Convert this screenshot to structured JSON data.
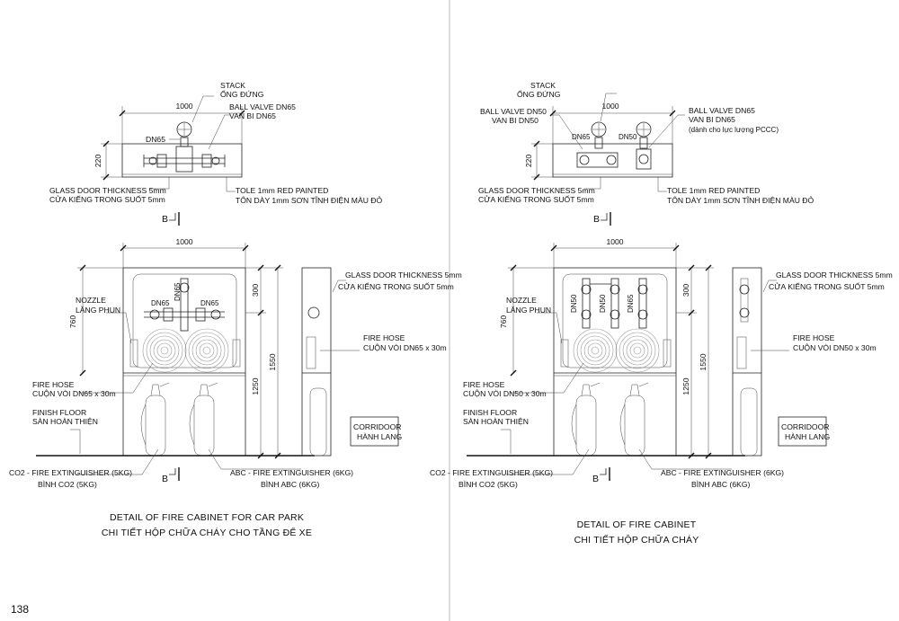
{
  "page_number": "138",
  "left": {
    "plan": {
      "stack_en": "STACK",
      "stack_vn": "ỐNG ĐỨNG",
      "dim_width": "1000",
      "dim_depth": "220",
      "dn_label": "DN65",
      "ball_valve_en": "BALL VALVE DN65",
      "ball_valve_vn": "VAN BI DN65",
      "glass_en": "GLASS DOOR THICKNESS 5mm",
      "glass_vn": "CỬA KIẾNG TRONG SUỐT 5mm",
      "tole_en": "TOLE 1mm RED PAINTED",
      "tole_vn": "TÔN DÀY 1mm SƠN TĨNH ĐIỆN MÀU ĐỎ",
      "section_mark": "B"
    },
    "elev": {
      "dim_width": "1000",
      "dim_760": "760",
      "dim_300": "300",
      "dim_1550": "1550",
      "dim_1250": "1250",
      "dn_left": "DN65",
      "dn_right": "DN65",
      "dn_vertical": "DN65",
      "nozzle_en": "NOZZLE",
      "nozzle_vn": "LĂNG PHUN",
      "hose_en": "FIRE HOSE",
      "hose_vn": "CUỘN VÒI DN65 x 30m",
      "floor_en": "FINISH FLOOR",
      "floor_vn": "SÀN HOÀN THIỆN",
      "co2_en": "CO2 - FIRE EXTINGUISHER (5KG)",
      "co2_vn": "BÌNH CO2 (5KG)",
      "abc_en": "ABC - FIRE EXTINGUISHER (6KG)",
      "abc_vn": "BÌNH ABC  (6KG)",
      "section_mark": "B"
    },
    "side": {
      "glass_en": "GLASS DOOR THICKNESS 5mm",
      "glass_vn": "CỬA KIẾNG TRONG SUỐT 5mm",
      "hose_en": "FIRE HOSE",
      "hose_vn": "CUỘN VÒI DN65 x 30m",
      "corridor_en": "CORRIDOOR",
      "corridor_vn": "HÀNH LANG"
    },
    "title_en": "DETAIL OF FIRE CABINET FOR CAR PARK",
    "title_vn": "CHI TIẾT HỘP CHỮA CHÁY CHO TẦNG ĐỂ XE"
  },
  "right": {
    "plan": {
      "stack_en": "STACK",
      "stack_vn": "ỐNG ĐỨNG",
      "dim_width": "1000",
      "dim_depth": "220",
      "dn_left": "DN65",
      "dn_right": "DN50",
      "ball_valve_left_en": "BALL VALVE DN50",
      "ball_valve_left_vn": "VAN BI DN50",
      "ball_valve_right_en": "BALL VALVE DN65",
      "ball_valve_right_vn": "VAN BI DN65",
      "ball_valve_right_note": "(dành cho lực lượng PCCC)",
      "glass_en": "GLASS DOOR THICKNESS 5mm",
      "glass_vn": "CỬA KIẾNG TRONG SUỐT 5mm",
      "tole_en": "TOLE 1mm RED PAINTED",
      "tole_vn": "TÔN DÀY 1mm SƠN TĨNH ĐIỆN MÀU ĐỎ",
      "section_mark": "B"
    },
    "elev": {
      "dim_width": "1000",
      "dim_760": "760",
      "dim_300": "300",
      "dim_1550": "1550",
      "dim_1250": "1250",
      "dn_1": "DN50",
      "dn_2": "DN50",
      "dn_3": "DN65",
      "nozzle_en": "NOZZLE",
      "nozzle_vn": "LĂNG PHUN",
      "hose_en": "FIRE HOSE",
      "hose_vn": "CUỘN VÒI DN50 x 30m",
      "floor_en": "FINISH FLOOR",
      "floor_vn": "SÀN HOÀN THIỆN",
      "co2_en": "CO2 - FIRE EXTINGUISHER (5KG)",
      "co2_vn": "BÌNH CO2 (5KG)",
      "abc_en": "ABC - FIRE EXTINGUISHER (6KG)",
      "abc_vn": "BÌNH ABC  (6KG)",
      "section_mark": "B"
    },
    "side": {
      "glass_en": "GLASS DOOR THICKNESS 5mm",
      "glass_vn": "CỬA KIẾNG TRONG SUỐT 5mm",
      "hose_en": "FIRE HOSE",
      "hose_vn": "CUỘN VÒI DN50 x 30m",
      "corridor_en": "CORRIDOOR",
      "corridor_vn": "HÀNH LANG"
    },
    "title_en": "DETAIL OF FIRE CABINET",
    "title_vn": "CHI TIẾT HỘP CHỮA CHÁY"
  }
}
